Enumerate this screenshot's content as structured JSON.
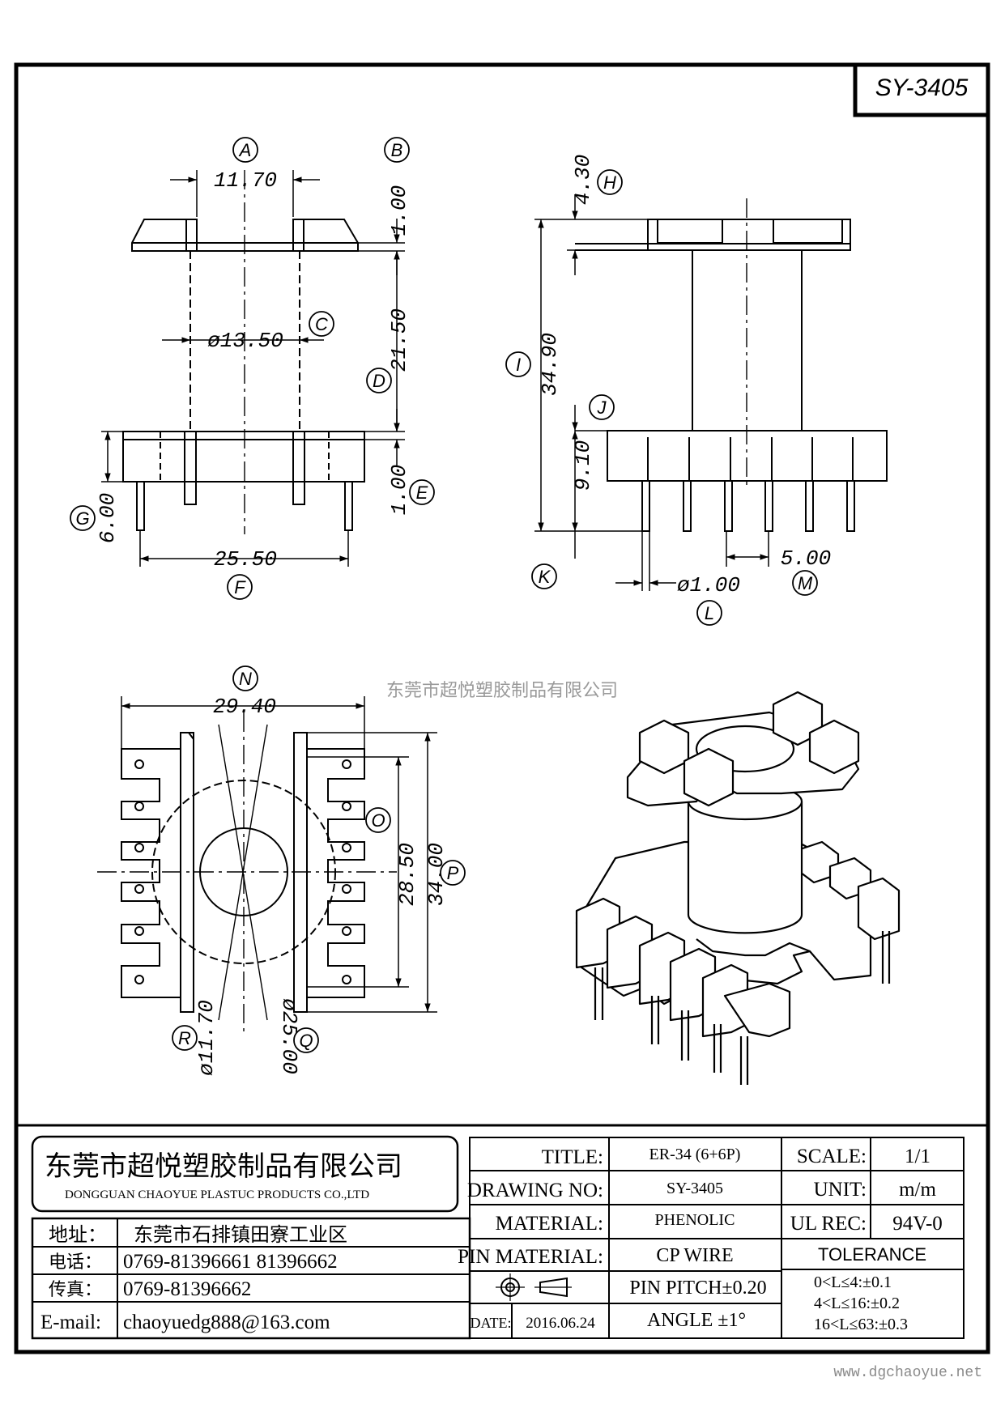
{
  "drawing_id": "SY-3405",
  "watermark": "东莞市超悦塑胶制品有限公司",
  "website": "www.dgchaoyue.net",
  "dims": {
    "a": "11.70",
    "b": "1.00",
    "c": "ø13.50",
    "d": "21.50",
    "e": "1.00",
    "f": "25.50",
    "g": "6.00",
    "h": "4.30",
    "i": "34.90",
    "j": "9.10",
    "l": "ø1.00",
    "m": "5.00",
    "n": "29.40",
    "o": "28.50",
    "p": "34.00",
    "q": "ø25.00",
    "r": "ø11.70"
  },
  "bubbles": {
    "a": "A",
    "b": "B",
    "c": "C",
    "d": "D",
    "e": "E",
    "f": "F",
    "g": "G",
    "h": "H",
    "i": "I",
    "j": "J",
    "k": "K",
    "l": "L",
    "m": "M",
    "n": "N",
    "o": "O",
    "p": "P",
    "q": "Q",
    "r": "R"
  },
  "company": {
    "name_cn": "东莞市超悦塑胶制品有限公司",
    "name_en": "DONGGUAN CHAOYUE PLASTUC PRODUCTS CO.,LTD",
    "address_label": "地址：",
    "address": "东莞市石排镇田寮工业区",
    "phone_label": "电话：",
    "phone": "0769-81396661  81396662",
    "fax_label": "传真：",
    "fax": "0769-81396662",
    "email_label": "E-mail:",
    "email": "chaoyuedg888@163.com"
  },
  "title_block": {
    "title_label": "TITLE:",
    "title": "ER-34 (6+6P)",
    "drawing_no_label": "DRAWING NO:",
    "drawing_no": "SY-3405",
    "material_label": "MATERIAL:",
    "material": "PHENOLIC",
    "pin_material_label": "PIN MATERIAL:",
    "pin_material": "CP WIRE",
    "pin_pitch": "PIN PITCH±0.20",
    "date_label": "DATE:",
    "date": "2016.06.24",
    "angle": "ANGLE  ±1°",
    "scale_label": "SCALE:",
    "scale": "1/1",
    "unit_label": "UNIT:",
    "unit": "m/m",
    "ul_label": "UL REC:",
    "ul": "94V-0",
    "tolerance_label": "TOLERANCE",
    "tol1": "0<L≤4:±0.1",
    "tol2": "4<L≤16:±0.2",
    "tol3": "16<L≤63:±0.3"
  }
}
